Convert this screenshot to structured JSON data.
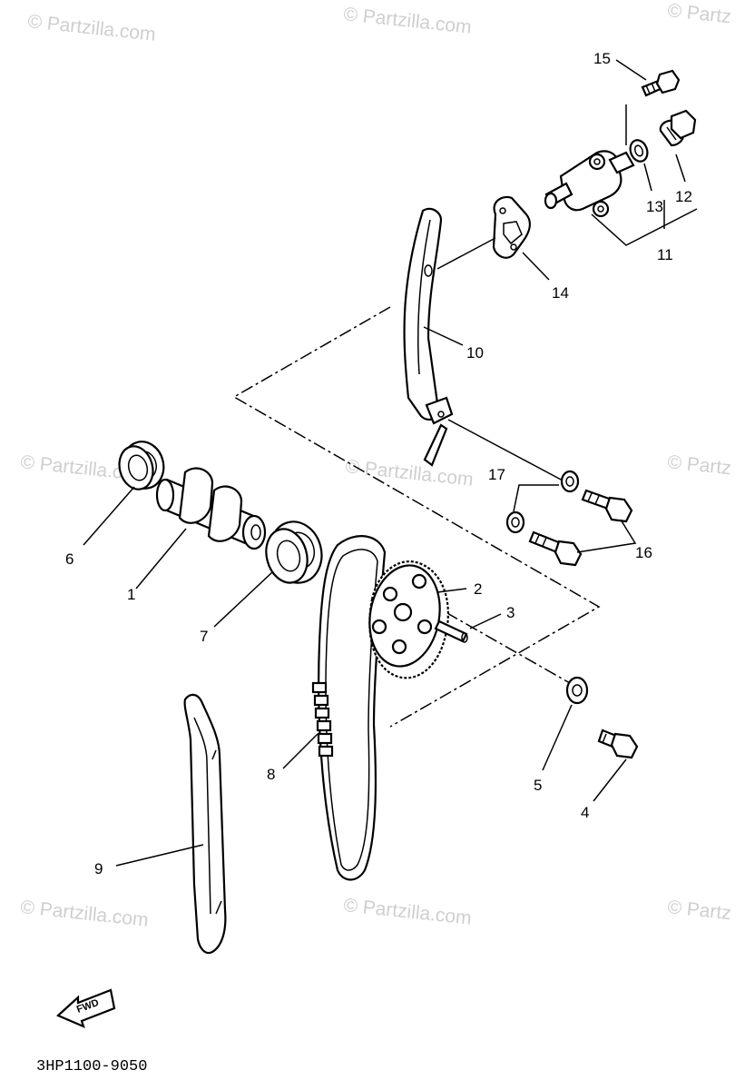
{
  "watermarks": [
    "© Partzilla.com",
    "© Partzilla.com",
    "© Partz",
    "© Partzilla.com",
    "© Partzilla.com",
    "© Partz",
    "© Partzilla.com",
    "© Partzilla.com",
    "© Partz"
  ],
  "labels": {
    "p1": "1",
    "p2": "2",
    "p3": "3",
    "p4": "4",
    "p5": "5",
    "p6": "6",
    "p7": "7",
    "p8": "8",
    "p9": "9",
    "p10": "10",
    "p11": "11",
    "p12": "12",
    "p13": "13",
    "p14": "14",
    "p15": "15",
    "p16": "16",
    "p17": "17"
  },
  "fwd": "FWD",
  "diagram_code": "3HP1100-9050"
}
